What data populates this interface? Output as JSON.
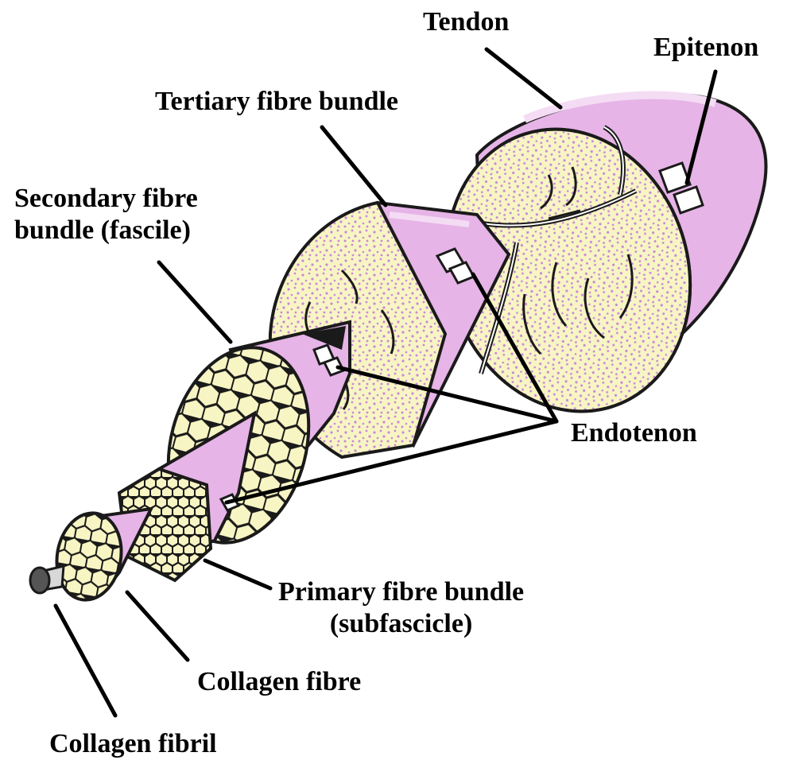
{
  "labels": {
    "tendon": "Tendon",
    "epitenon": "Epitenon",
    "tertiary": "Tertiary fibre bundle",
    "secondary_line1": "Secondary fibre",
    "secondary_line2": "bundle (fascile)",
    "endotenon": "Endotenon",
    "primary_line1": "Primary fibre bundle",
    "primary_line2": "(subfascicle)",
    "collagen_fibre": "Collagen fibre",
    "collagen_fibril": "Collagen fibril"
  },
  "colors": {
    "sheath_pink": "#e6b4e6",
    "sheath_light": "#f4dcf4",
    "interior_cream": "#f8f5c4",
    "dot_purple": "#c98ad6",
    "outline": "#1a1a1a"
  }
}
